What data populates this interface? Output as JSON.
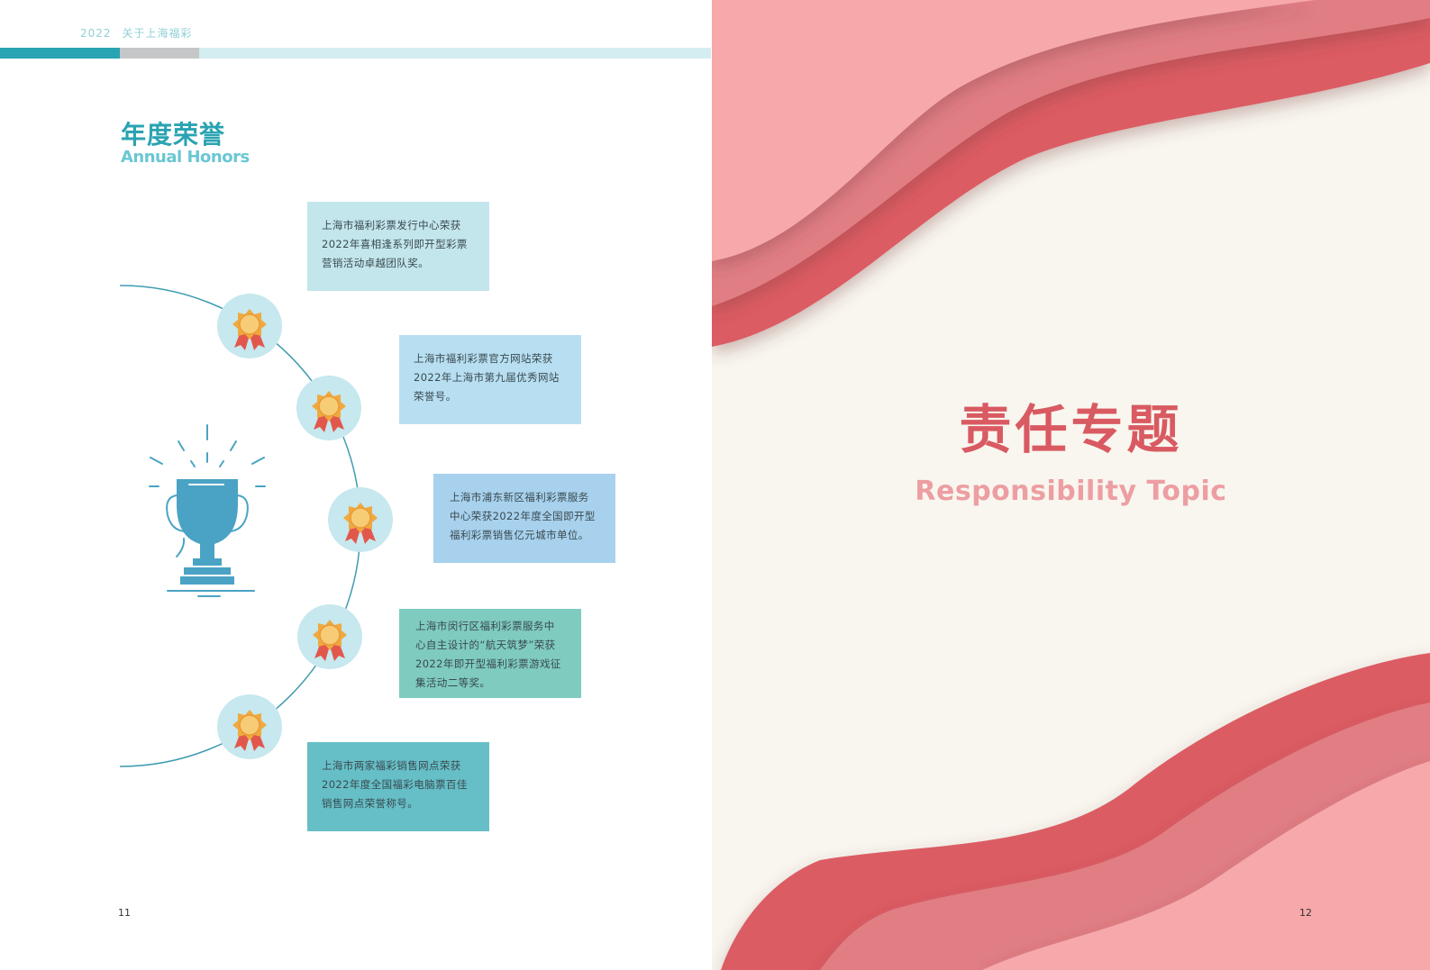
{
  "header": {
    "year": "2022",
    "section": "关于上海福彩"
  },
  "left_page": {
    "title_cn": "年度荣誉",
    "title_en": "Annual Honors",
    "page_number": "11",
    "honors": [
      {
        "lines": [
          "上海市福利彩票发行中心荣获",
          "2022年喜相逢系列即开型彩票",
          "营销活动卓越团队奖。"
        ]
      },
      {
        "lines": [
          "上海市福利彩票官方网站荣获",
          "2022年上海市第九届优秀网站",
          "荣誉号。"
        ]
      },
      {
        "lines": [
          "上海市浦东新区福利彩票服务",
          "中心荣获2022年度全国即开型",
          "福利彩票销售亿元城市单位。"
        ]
      },
      {
        "lines": [
          "上海市闵行区福利彩票服务中",
          "心自主设计的“航天筑梦”荣获",
          "2022年即开型福利彩票游戏征",
          "集活动二等奖。"
        ]
      },
      {
        "lines": [
          "上海市两家福彩销售网点荣获",
          "2022年度全国福彩电脑票百佳",
          "销售网点荣誉称号。"
        ]
      }
    ],
    "icons": {
      "trophy": "trophy-icon",
      "medal": "medal-icon"
    },
    "colors": {
      "accent": "#2aa3b2",
      "trophy": "#4aa3c4",
      "medal_gold": "#f5c065",
      "ribbon": "#e2574c"
    }
  },
  "right_page": {
    "title_cn": "责任专题",
    "title_en": "Responsibility Topic",
    "page_number": "12",
    "colors": {
      "title": "#d95a62",
      "subtitle": "#ed9ea2",
      "wave_light": "#f6a8aa",
      "wave_mid": "#e07e84",
      "wave_dark": "#dc5c63",
      "background": "#f8f6ef"
    }
  }
}
